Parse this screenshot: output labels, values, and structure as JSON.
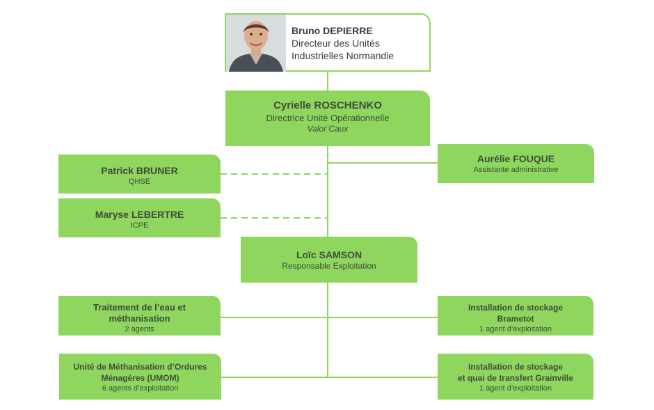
{
  "director": {
    "name": "Bruno DEPIERRE",
    "role_line1": "Directeur des Unités",
    "role_line2": "Industrielles Normandie"
  },
  "unit_head": {
    "name": "Cyrielle ROSCHENKO",
    "role": "Directrice Unité Opérationnelle",
    "unit": "Valor’Caux"
  },
  "assistant": {
    "name": "Aurélie FOUQUE",
    "role": "Assistante administrative"
  },
  "qhse": {
    "name": "Patrick BRUNER",
    "role": "QHSE"
  },
  "icpe": {
    "name": "Maryse LEBERTRE",
    "role": "ICPE"
  },
  "operations": {
    "name": "Loïc SAMSON",
    "role": "Responsable Exploitation"
  },
  "sites": {
    "water": {
      "line1": "Traitement de l’eau et",
      "line2": "méthanisation",
      "staff": "2 agents"
    },
    "umom": {
      "line1": "Unité de Méthanisation d’Ordures",
      "line2": "Ménagères (UMOM)",
      "staff": "6 agents d’exploitation"
    },
    "brametot": {
      "line1": "Installation de stockage",
      "line2": "Brametot",
      "staff": "1 agent d’exploitation"
    },
    "grainville": {
      "line1": "Installation de stockage",
      "line2": "et quai de transfert Grainville",
      "staff": "1 agent d’exploitation"
    }
  },
  "colors": {
    "box_fill": "#8ed65e",
    "connector": "#8ed65e",
    "text": "#3f4a3a"
  }
}
